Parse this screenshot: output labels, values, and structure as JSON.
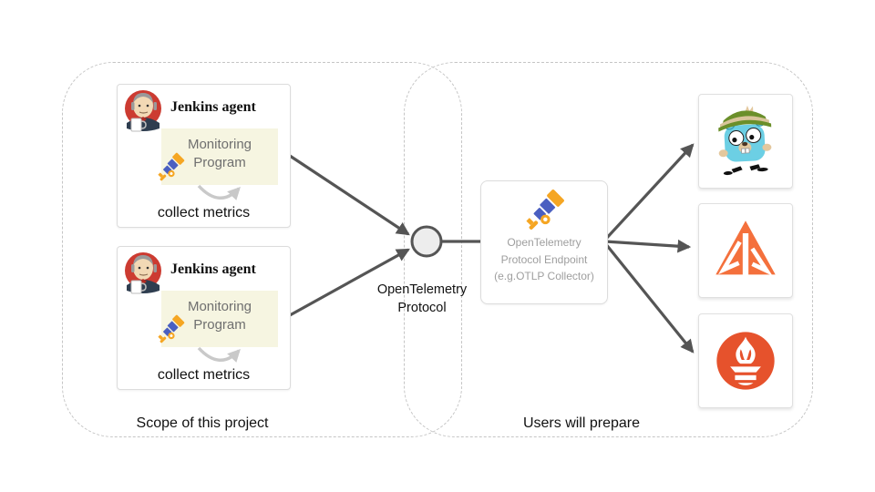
{
  "diagram": {
    "scope_region_label": "Scope of this project",
    "users_region_label": "Users will prepare",
    "agents": [
      {
        "title": "Jenkins agent",
        "program_label": "Monitoring Program",
        "caption": "collect metrics"
      },
      {
        "title": "Jenkins agent",
        "program_label": "Monitoring Program",
        "caption": "collect metrics"
      }
    ],
    "protocol_label": "OpenTelemetry Protocol",
    "endpoint": {
      "line1": "OpenTelemetry",
      "line2": "Protocol Endpoint",
      "line3": "(e.g.OTLP Collector)"
    },
    "backends": [
      {
        "icon": "jaeger-gopher-icon"
      },
      {
        "icon": "zipkin-icon"
      },
      {
        "icon": "prometheus-icon"
      }
    ],
    "colors": {
      "otel_orange": "#F5A623",
      "otel_blue": "#4A5FC1",
      "prometheus_orange": "#E6522C",
      "backend_orange": "#F4703C",
      "jaeger_blue": "#6CCFE4",
      "jenkins_red": "#CC3B31",
      "arrow_gray": "#555555",
      "region_border_gray": "#C5C5C5",
      "program_bg": "#F6F5E1"
    }
  }
}
